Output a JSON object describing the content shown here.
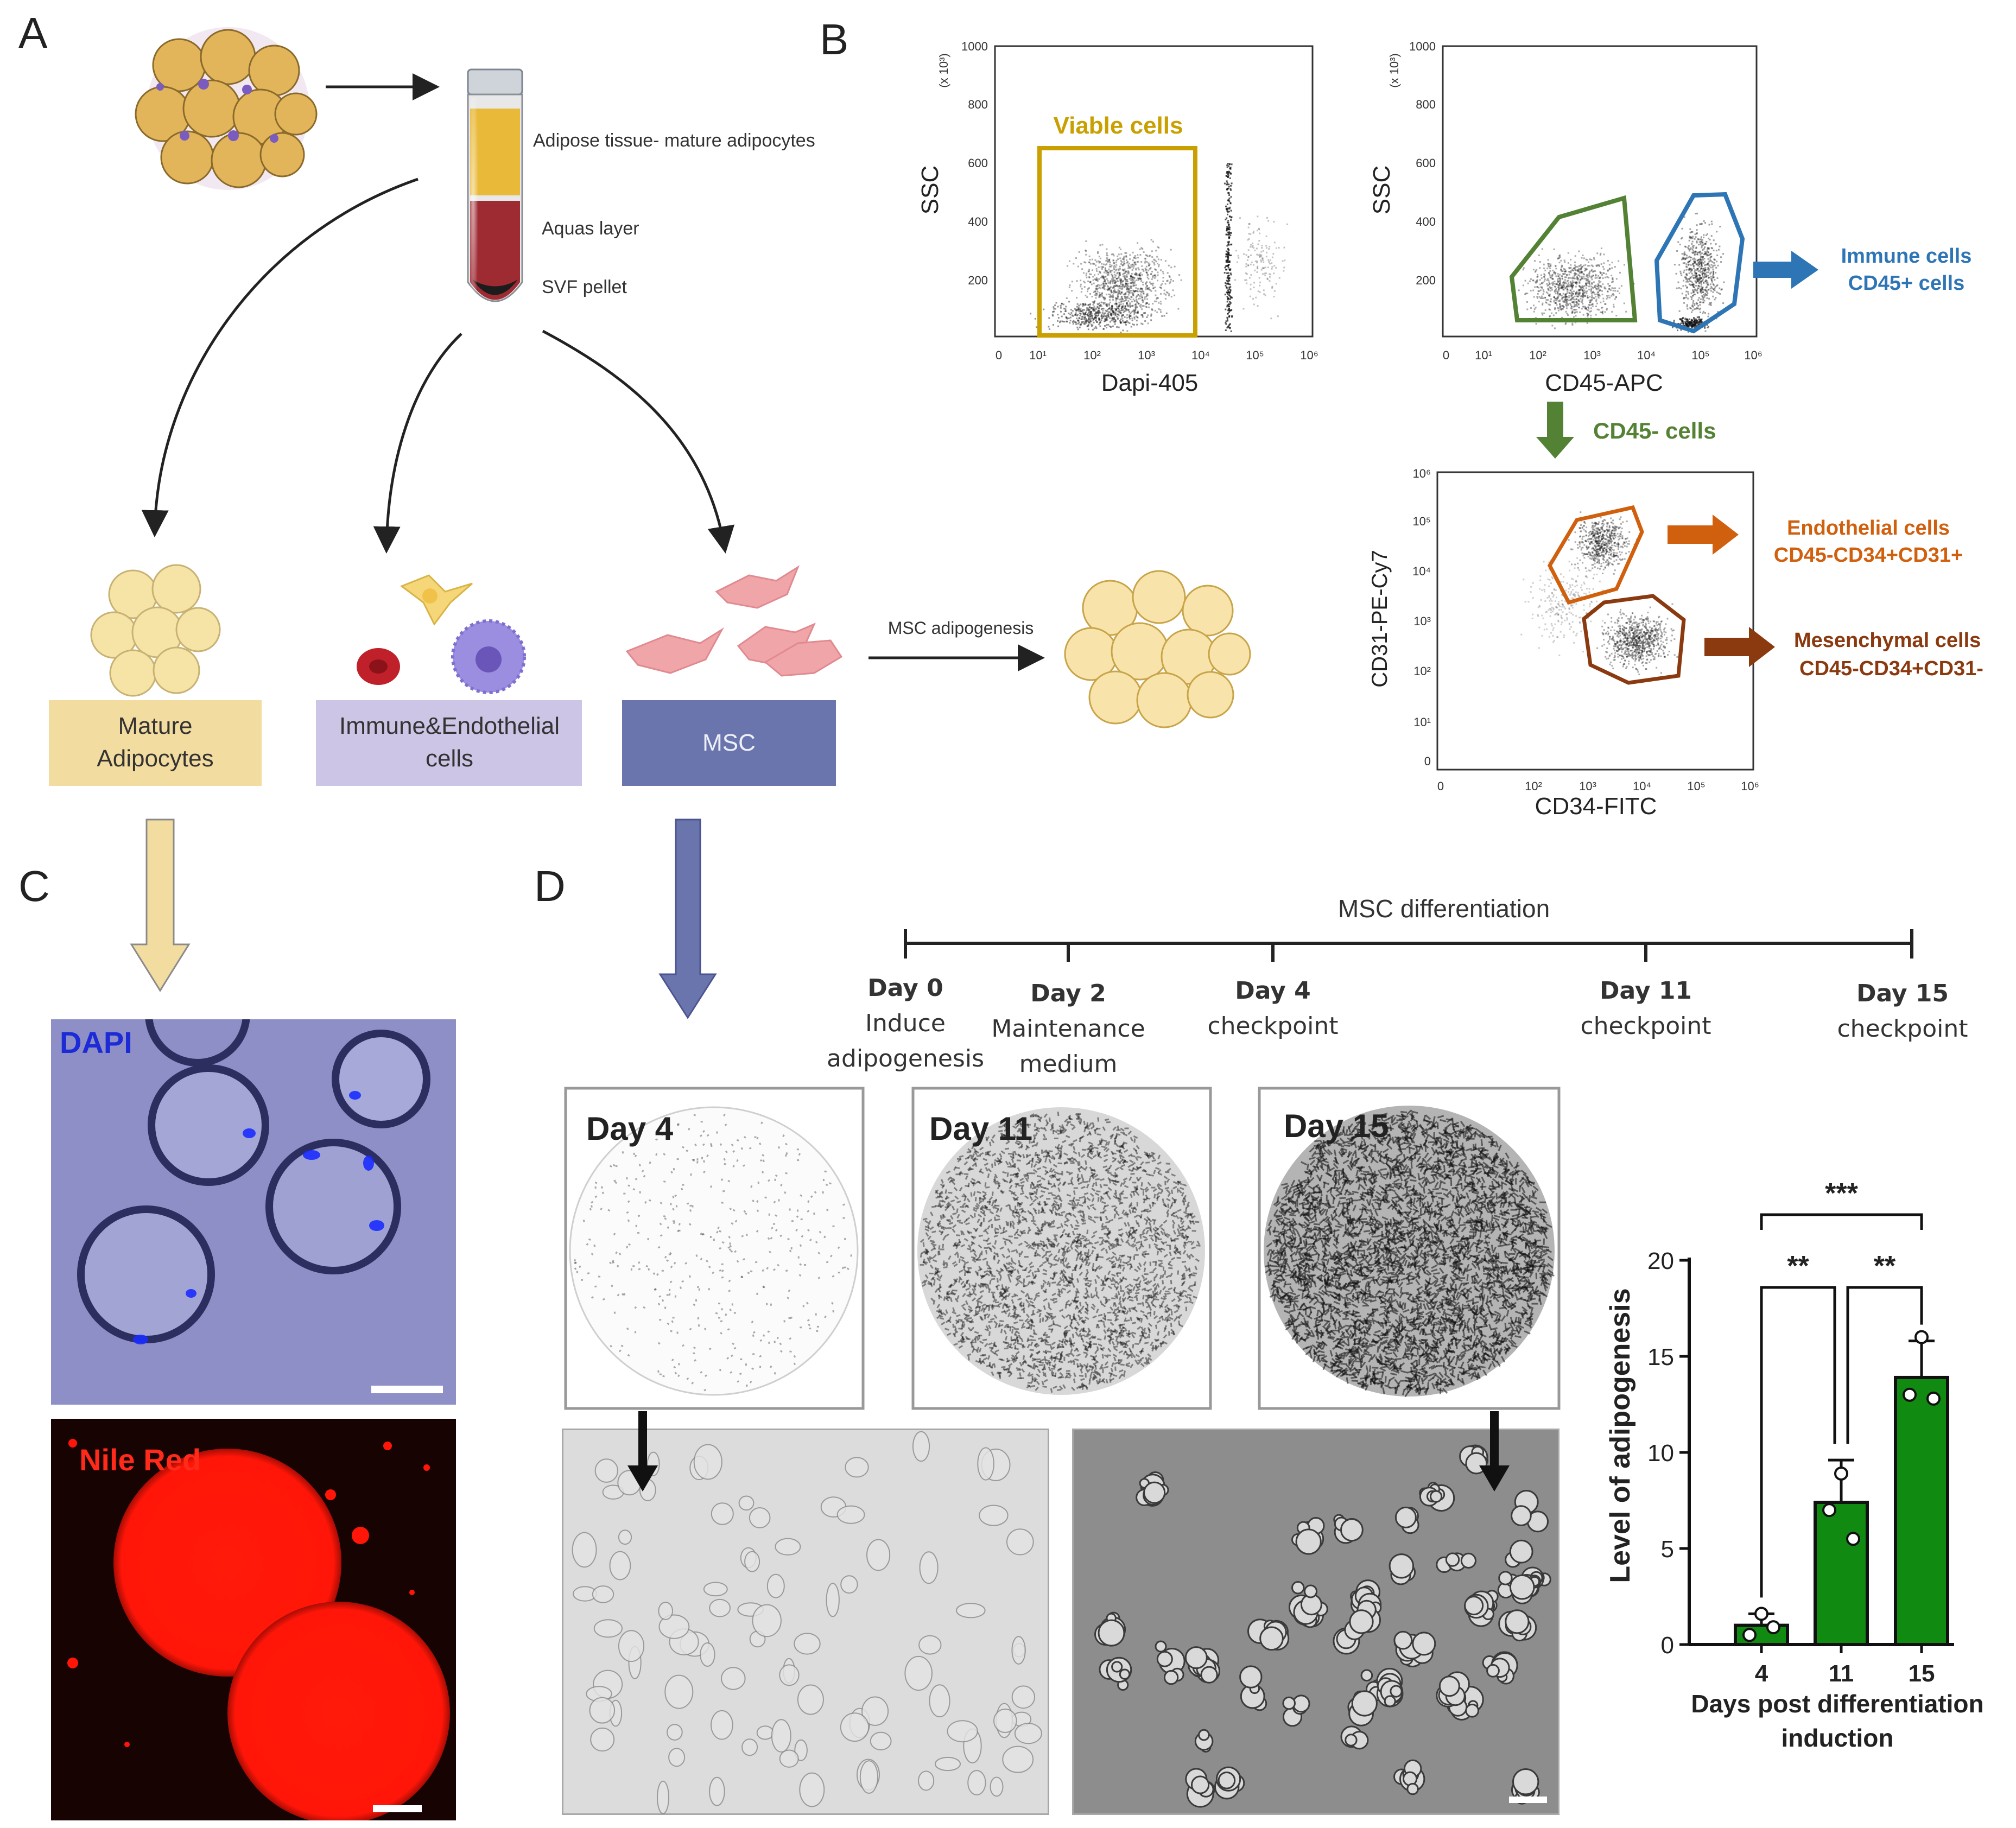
{
  "panels": {
    "a": "A",
    "b": "B",
    "c": "C",
    "d": "D"
  },
  "panel_a": {
    "tube_labels": {
      "top": "Adipose tissue- mature adipocytes",
      "middle": "Aquas layer",
      "bottom": "SVF pellet"
    },
    "boxes": {
      "mature": [
        "Mature",
        "Adipocytes"
      ],
      "immune": [
        "Immune&Endothelial",
        "cells"
      ],
      "msc": "MSC"
    },
    "msc_adipogenesis": "MSC adipogenesis",
    "colors": {
      "mature_box": "#f3dc9f",
      "immune_box": "#cdc5e6",
      "msc_box": "#6b75ad"
    }
  },
  "panel_b": {
    "plot1": {
      "ylabel": "SSC",
      "xlabel": "Dapi-405",
      "gate_label": "Viable cells",
      "y_ticks": [
        "1000",
        "800",
        "600",
        "400",
        "200"
      ],
      "y_multiplier": "(x 10³)",
      "x_ticks": [
        "0",
        "10¹",
        "10²",
        "10³",
        "10⁴",
        "10⁵",
        "10⁶"
      ]
    },
    "plot2": {
      "ylabel": "SSC",
      "xlabel": "CD45-APC",
      "y_ticks": [
        "1000",
        "800",
        "600",
        "400",
        "200"
      ],
      "y_multiplier": "(x 10³)",
      "x_ticks": [
        "0",
        "10¹",
        "10²",
        "10³",
        "10⁴",
        "10⁵",
        "10⁶"
      ],
      "immune_label": [
        "Immune cells",
        "CD45+ cells"
      ],
      "cd45neg_label": "CD45- cells"
    },
    "plot3": {
      "ylabel": "CD31-PE-Cy7",
      "xlabel": "CD34-FITC",
      "y_ticks": [
        "10⁶",
        "10⁵",
        "10⁴",
        "10³",
        "10²",
        "10¹",
        "0"
      ],
      "x_ticks": [
        "0",
        "10²",
        "10³",
        "10⁴",
        "10⁵",
        "10⁶"
      ],
      "endothelial_label": [
        "Endothelial  cells",
        "CD45-CD34+CD31+"
      ],
      "mesenchymal_label": [
        "Mesenchymal  cells",
        "CD45-CD34+CD31-"
      ]
    },
    "colors": {
      "viable": "#c9a000",
      "immune": "#2e75b6",
      "cd45neg": "#548235",
      "endothelial": "#d0600e",
      "mesenchymal": "#8b3a10"
    }
  },
  "panel_c": {
    "dapi_label": "DAPI",
    "nile_label": "Nile Red"
  },
  "panel_d": {
    "timeline_title": "MSC differentiation",
    "timepoints": [
      {
        "day": "Day 0",
        "desc": [
          "Induce",
          "adipogenesis"
        ]
      },
      {
        "day": "Day 2",
        "desc": [
          "Maintenance",
          "medium"
        ]
      },
      {
        "day": "Day 4",
        "desc": [
          "checkpoint"
        ]
      },
      {
        "day": "Day 11",
        "desc": [
          "checkpoint"
        ]
      },
      {
        "day": "Day 15",
        "desc": [
          "checkpoint"
        ]
      }
    ],
    "well_labels": [
      "Day 4",
      "Day 11",
      "Day 15"
    ]
  },
  "chart_data": {
    "type": "bar",
    "categories": [
      "4",
      "11",
      "15"
    ],
    "values": [
      1.0,
      7.4,
      13.9
    ],
    "errors": [
      0.6,
      2.2,
      1.9
    ],
    "points": [
      [
        0.5,
        1.6,
        0.9
      ],
      [
        7.0,
        8.9,
        5.5
      ],
      [
        13.0,
        16.0,
        12.8
      ]
    ],
    "title": "",
    "xlabel": [
      "Days post differentiation",
      "induction"
    ],
    "ylabel": "Level of adipogenesis",
    "ylim": [
      0,
      20
    ],
    "y_ticks": [
      0,
      5,
      10,
      15,
      20
    ],
    "significance": [
      {
        "from": "11",
        "to": "15",
        "label": "**"
      },
      {
        "from": "4",
        "to": "11",
        "label": "**"
      },
      {
        "from": "4",
        "to": "15",
        "label": "***"
      }
    ],
    "bar_color": "#118a11"
  }
}
